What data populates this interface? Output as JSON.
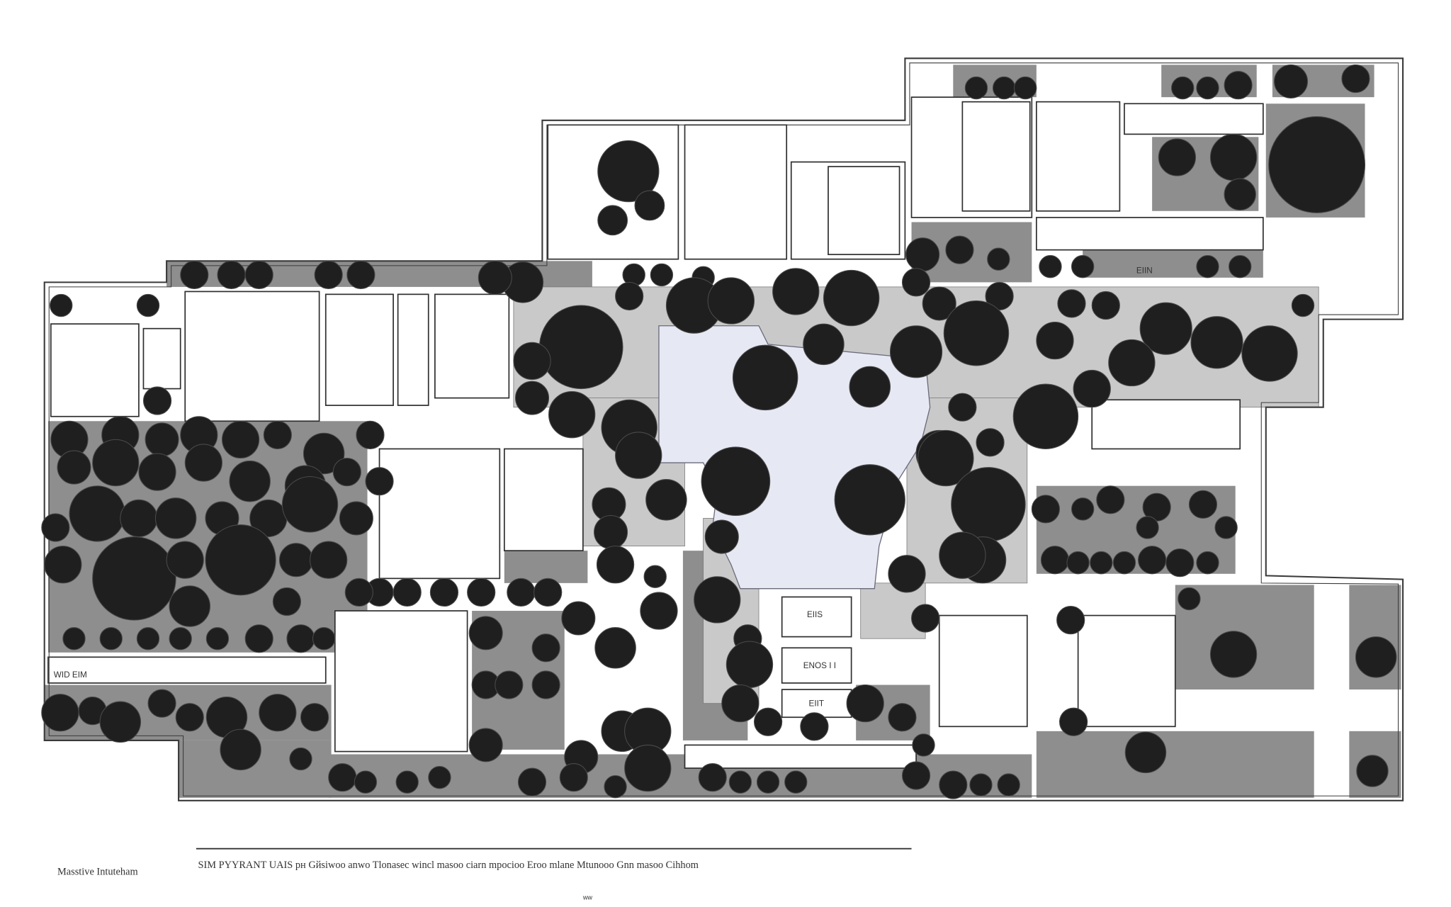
{
  "drawing": {
    "colors": {
      "tree": "#1f1f1f",
      "paving": "#8e8e8e",
      "pond": "#e6e8f3",
      "path": "#c9c9c9"
    },
    "room_labels": [
      "WID EIM",
      "EIIN",
      "EIIS",
      "ENOS I I",
      "EIIT"
    ],
    "legend_label": "Masstive Intuteham",
    "caption": "SIM  PYYRANT UAIS   pн Gйsiwoo anwo Tlonasec wincl masoo ciarn mpocioo Eroo mlane Mtunooo Gnn masoo Cihhom",
    "page_mark": "ww"
  }
}
